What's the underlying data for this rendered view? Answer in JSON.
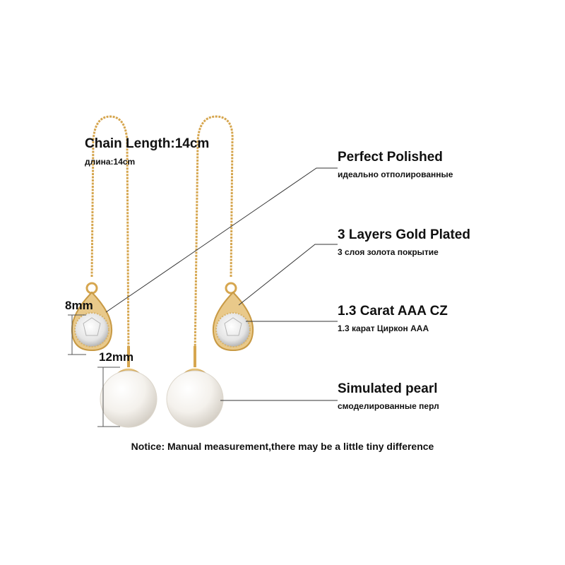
{
  "chain": {
    "title": "Chain Length:14cm",
    "subtitle": "длина:14cm"
  },
  "dimensions": {
    "drop": "8mm",
    "pearl": "12mm"
  },
  "features": [
    {
      "title": "Perfect Polished",
      "subtitle": "идеально отполированные"
    },
    {
      "title": "3 Layers Gold Plated",
      "subtitle": "3 слоя золота покрытие"
    },
    {
      "title": "1.3 Carat AAA CZ",
      "subtitle": "1.3 карат Циркон ААА"
    },
    {
      "title": "Simulated pearl",
      "subtitle": "смоделированные перл"
    }
  ],
  "notice": "Notice:  Manual measurement,there may be a little tiny difference",
  "colors": {
    "gold": "#d6a64f",
    "pearl": "#f4f1ec",
    "callout": "#333333"
  }
}
